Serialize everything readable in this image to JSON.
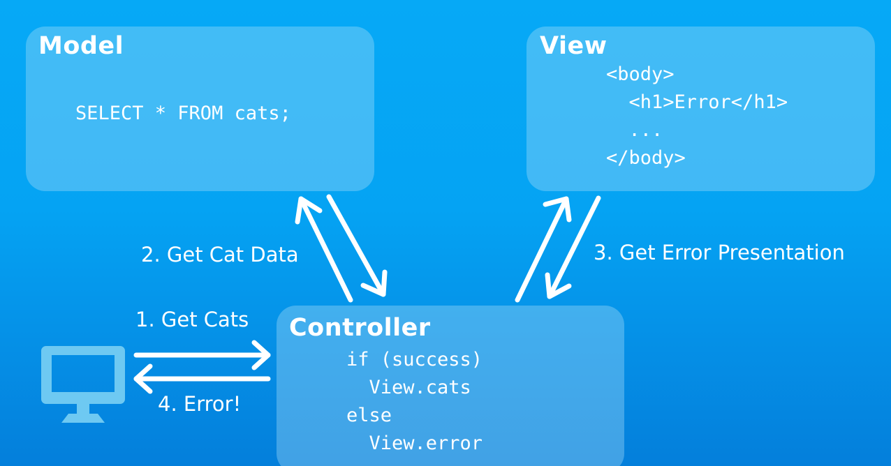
{
  "model": {
    "title": "Model",
    "code": "SELECT * FROM cats;"
  },
  "view": {
    "title": "View",
    "code_lines": [
      "<body>",
      "  <h1>Error</h1>",
      "  ...",
      "</body>"
    ]
  },
  "controller": {
    "title": "Controller",
    "code_lines": [
      "if (success)",
      "  View.cats",
      "else",
      "  View.error"
    ]
  },
  "labels": {
    "get_cats": "1. Get Cats",
    "get_cat_data": "2. Get Cat Data",
    "get_error_presentation": "3. Get Error Presentation",
    "error": "4. Error!"
  },
  "icons": {
    "client": "computer-monitor-icon"
  },
  "colors": {
    "background": "#06A9F6",
    "box_fill": "rgba(180,225,250,0.35)",
    "text": "#ffffff",
    "monitor": "#6EC9F2"
  }
}
